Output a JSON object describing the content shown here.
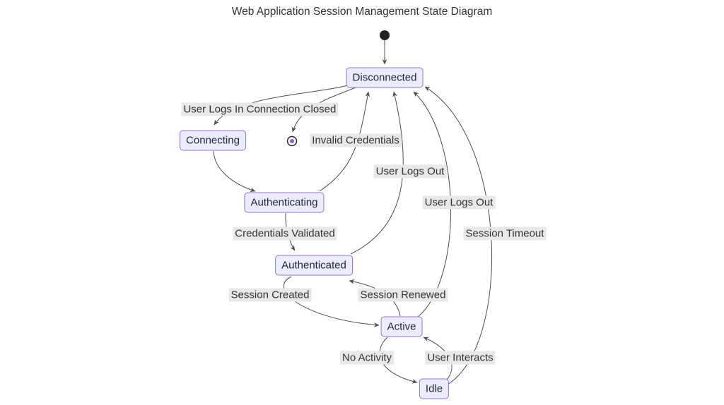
{
  "title": "Web Application Session Management State Diagram",
  "diagram": {
    "type": "state-diagram",
    "colors": {
      "state_fill": "#ECECFF",
      "state_border": "#9370DB",
      "edge_stroke": "#4a4a55",
      "edge_label_bg": "#e8e8e8",
      "text": "#333333",
      "initial_dot": "#222222",
      "final_inner_dot": "#8a63d2"
    },
    "states": [
      {
        "id": "disconnected",
        "label": "Disconnected"
      },
      {
        "id": "connecting",
        "label": "Connecting"
      },
      {
        "id": "authenticating",
        "label": "Authenticating"
      },
      {
        "id": "authenticated",
        "label": "Authenticated"
      },
      {
        "id": "active",
        "label": "Active"
      },
      {
        "id": "idle",
        "label": "Idle"
      }
    ],
    "transitions": [
      {
        "from": "[*]",
        "to": "Disconnected",
        "label": ""
      },
      {
        "from": "Disconnected",
        "to": "Connecting",
        "label": "User Logs In"
      },
      {
        "from": "Disconnected",
        "to": "[*]",
        "label": "Connection Closed"
      },
      {
        "from": "Connecting",
        "to": "Authenticating",
        "label": ""
      },
      {
        "from": "Authenticating",
        "to": "Disconnected",
        "label": "Invalid Credentials"
      },
      {
        "from": "Authenticating",
        "to": "Authenticated",
        "label": "Credentials Validated"
      },
      {
        "from": "Authenticated",
        "to": "Disconnected",
        "label": "User Logs Out"
      },
      {
        "from": "Authenticated",
        "to": "Active",
        "label": "Session Created"
      },
      {
        "from": "Active",
        "to": "Authenticated",
        "label": "Session Renewed"
      },
      {
        "from": "Active",
        "to": "Disconnected",
        "label": "User Logs Out"
      },
      {
        "from": "Active",
        "to": "Idle",
        "label": "No Activity"
      },
      {
        "from": "Idle",
        "to": "Active",
        "label": "User Interacts"
      },
      {
        "from": "Idle",
        "to": "Disconnected",
        "label": "Session Timeout"
      }
    ]
  }
}
